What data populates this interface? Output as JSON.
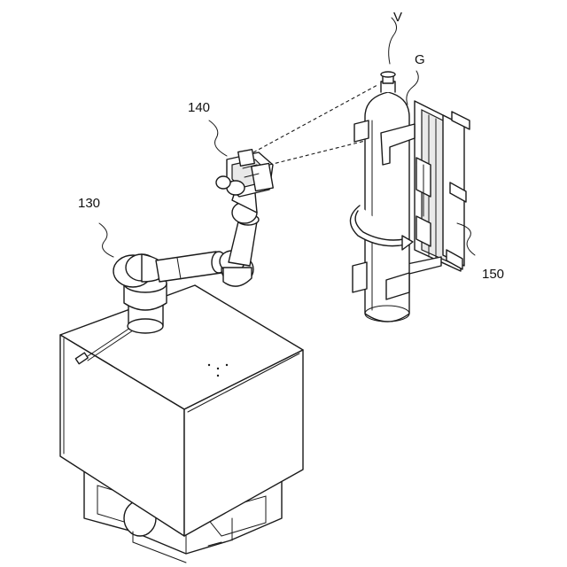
{
  "labels": {
    "robot": "130",
    "gripper": "140",
    "rack": "150",
    "valve": "V",
    "gas": "G"
  },
  "colors": {
    "line": "#1a1a1a",
    "background": "#ffffff",
    "shade": "#e9e9e9"
  }
}
